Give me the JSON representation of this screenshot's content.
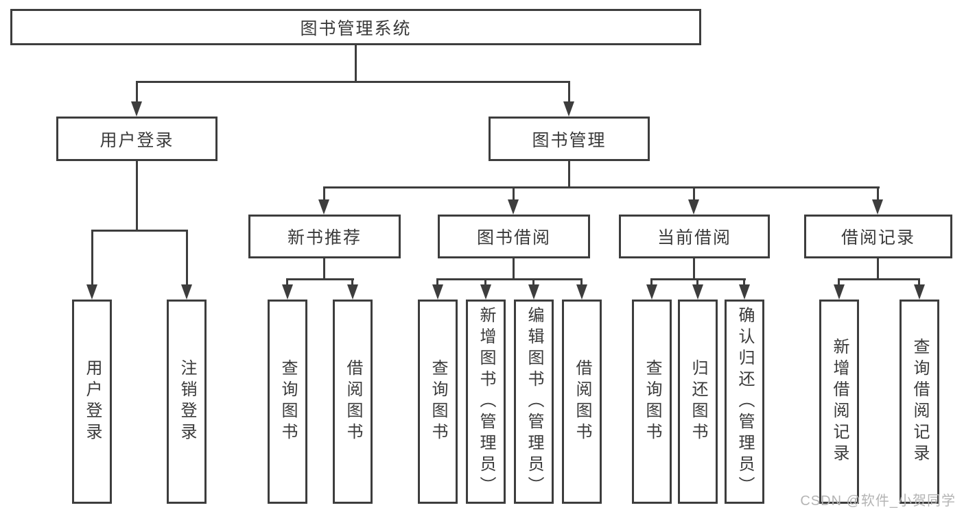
{
  "diagram": {
    "root": {
      "id": "library-management-system",
      "label": "图书管理系统"
    },
    "branches": [
      {
        "id": "user-login",
        "label": "用户登录"
      },
      {
        "id": "book-management",
        "label": "图书管理"
      }
    ],
    "modules": [
      {
        "id": "new-book-recommendation",
        "parent": "book-management",
        "label": "新书推荐"
      },
      {
        "id": "book-borrowing",
        "parent": "book-management",
        "label": "图书借阅"
      },
      {
        "id": "current-borrowing",
        "parent": "book-management",
        "label": "当前借阅"
      },
      {
        "id": "borrowing-records",
        "parent": "book-management",
        "label": "借阅记录"
      }
    ],
    "leaves": [
      {
        "parent": "user-login",
        "label": "用户登录"
      },
      {
        "parent": "user-login",
        "label": "注销登录"
      },
      {
        "parent": "new-book-recommendation",
        "label": "查询图书"
      },
      {
        "parent": "new-book-recommendation",
        "label": "借阅图书"
      },
      {
        "parent": "book-borrowing",
        "label": "查询图书"
      },
      {
        "parent": "book-borrowing",
        "label": "新增图书（管理员）"
      },
      {
        "parent": "book-borrowing",
        "label": "编辑图书（管理员）"
      },
      {
        "parent": "book-borrowing",
        "label": "借阅图书"
      },
      {
        "parent": "current-borrowing",
        "label": "查询图书"
      },
      {
        "parent": "current-borrowing",
        "label": "归还图书"
      },
      {
        "parent": "current-borrowing",
        "label": "确认归还（管理员）"
      },
      {
        "parent": "borrowing-records",
        "label": "新增借阅记录"
      },
      {
        "parent": "borrowing-records",
        "label": "查询借阅记录"
      }
    ]
  },
  "watermark": "CSDN @软件_小贺同学",
  "colors": {
    "line": "#3d3d3d",
    "text": "#3a3a3a",
    "watermark": "#b4b4b4",
    "background": "#ffffff"
  }
}
